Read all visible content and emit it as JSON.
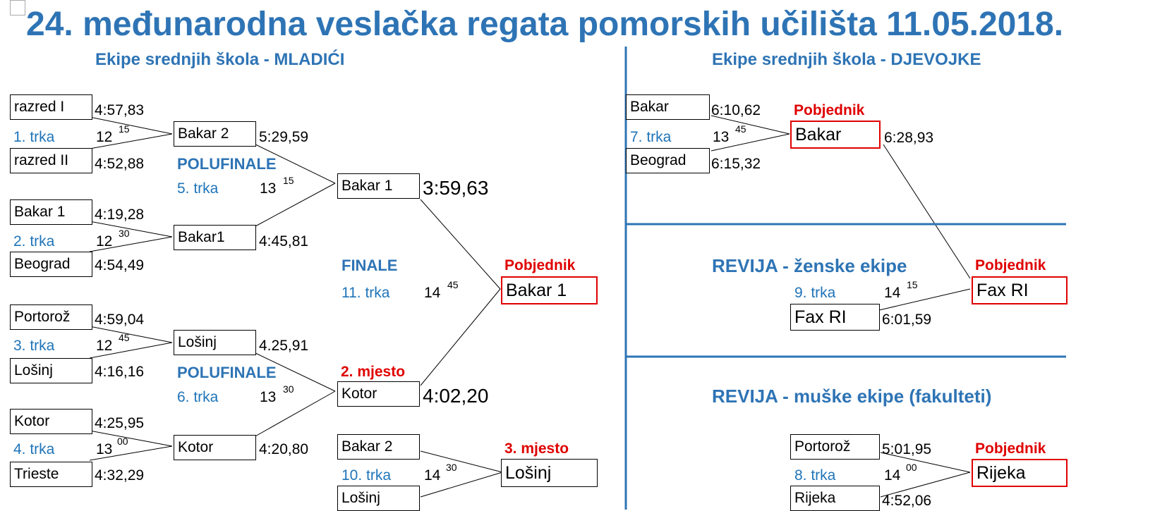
{
  "title": "24. međunarodna veslačka regata pomorskih učilišta 11.05.2018.",
  "headings": {
    "mladici": "Ekipe srednjih škola - MLADIĆI",
    "djevojke": "Ekipe srednjih škola - DJEVOJKE",
    "revija_zenske": "REVIJA - ženske ekipe",
    "revija_muske": "REVIJA - muške ekipe (fakulteti)"
  },
  "labels": {
    "polufinale": "POLUFINALE",
    "finale": "FINALE",
    "pobjednik": "Pobjednik",
    "mjesto2": "2. mjesto",
    "mjesto3": "3. mjesto"
  },
  "boys": {
    "r1": {
      "race": "1. trka",
      "hour": "12",
      "min": "15",
      "a": "razred I",
      "a_time": "4:57,83",
      "b": "razred II",
      "b_time": "4:52,88"
    },
    "r2": {
      "race": "2. trka",
      "hour": "12",
      "min": "30",
      "a": "Bakar 1",
      "a_time": "4:19,28",
      "b": "Beograd",
      "b_time": "4:54,49"
    },
    "r3": {
      "race": "3. trka",
      "hour": "12",
      "min": "45",
      "a": "Portorož",
      "a_time": "4:59,04",
      "b": "Lošinj",
      "b_time": "4:16,16"
    },
    "r4": {
      "race": "4. trka",
      "hour": "13",
      "min": "00",
      "a": "Kotor",
      "a_time": "4:25,95",
      "b": "Trieste",
      "b_time": "4:32,29"
    },
    "s1": {
      "race": "5. trka",
      "hour": "13",
      "min": "15",
      "a": "Bakar 2",
      "a_time": "5:29,59",
      "b": "Bakar1",
      "b_time": "4:45,81"
    },
    "s2": {
      "race": "6. trka",
      "hour": "13",
      "min": "30",
      "a": "Lošinj",
      "a_time": "4.25,91",
      "b": "Kotor",
      "b_time": "4:20,80"
    },
    "final": {
      "race": "11. trka",
      "hour": "14",
      "min": "45",
      "a": "Bakar 1",
      "a_time": "3:59,63",
      "b": "Kotor",
      "b_time": "4:02,20",
      "winner": "Bakar 1"
    },
    "third": {
      "race": "10. trka",
      "hour": "14",
      "min": "30",
      "a": "Bakar 2",
      "b": "Lošinj",
      "winner": "Lošinj"
    }
  },
  "girls": {
    "r7": {
      "race": "7. trka",
      "hour": "13",
      "min": "45",
      "a": "Bakar",
      "a_time": "6:10,62",
      "b": "Beograd",
      "b_time": "6:15,32",
      "winner": "Bakar",
      "winner_time": "6:28,93"
    }
  },
  "revija_z": {
    "race": "9. trka",
    "hour": "14",
    "min": "15",
    "b": "Fax RI",
    "b_time": "6:01,59",
    "winner": "Fax RI"
  },
  "revija_m": {
    "race": "8. trka",
    "hour": "14",
    "min": "00",
    "a": "Portorož",
    "a_time": "5:01,95",
    "b": "Rijeka",
    "b_time": "4:52,06",
    "winner": "Rijeka"
  }
}
